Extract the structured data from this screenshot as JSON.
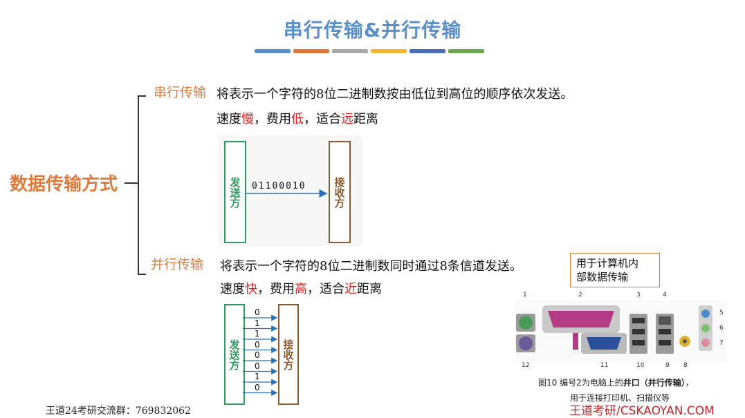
{
  "slide": {
    "title": "串行传输&并行传输",
    "title_bar_colors": [
      "#5b8fc8",
      "#e07a3a",
      "#a9a9a9",
      "#f2b632",
      "#4a6fb5",
      "#6aa84f"
    ]
  },
  "root_label": "数据传输方式",
  "serial": {
    "label": "串行传输",
    "desc_line1": "将表示一个字符的8位二进制数按由低位到高位的顺序依次发送。",
    "desc_line2": {
      "p1": "速度",
      "v1": "慢",
      "p2": "，费用",
      "v2": "低",
      "p3": "，适合",
      "v3": "远",
      "p4": "距离"
    },
    "diagram": {
      "sender": "发送方",
      "receiver": "接收方",
      "bits": "01100010"
    }
  },
  "parallel": {
    "label": "并行传输",
    "desc_line1": "将表示一个字符的8位二进制数同时通过8条信道发送。",
    "desc_line2": {
      "p1": "速度",
      "v1": "快",
      "p2": "，费用",
      "v2": "高",
      "p3": "，适合",
      "v3": "近",
      "p4": "距离"
    },
    "diagram": {
      "sender": "发送方",
      "receiver": "接收方",
      "bits": [
        "0",
        "1",
        "1",
        "0",
        "0",
        "0",
        "1",
        "0"
      ]
    }
  },
  "note_box": {
    "line1": "用于计算机内",
    "line2": "部数据传输"
  },
  "port_figure": {
    "numbers": [
      "1",
      "2",
      "3",
      "4",
      "5",
      "6",
      "7",
      "8",
      "9",
      "10",
      "11",
      "12"
    ],
    "caption_line1_prefix": "图10  编号2为电脑上的",
    "caption_line1_bold": "井口（并行传输）",
    "caption_line1_suffix": "，",
    "caption_line2": "用于连接打印机、扫描仪等"
  },
  "footer": {
    "left": "王道24考研交流群：769832062",
    "right": "王道考研/CSKAOYAN.COM"
  }
}
